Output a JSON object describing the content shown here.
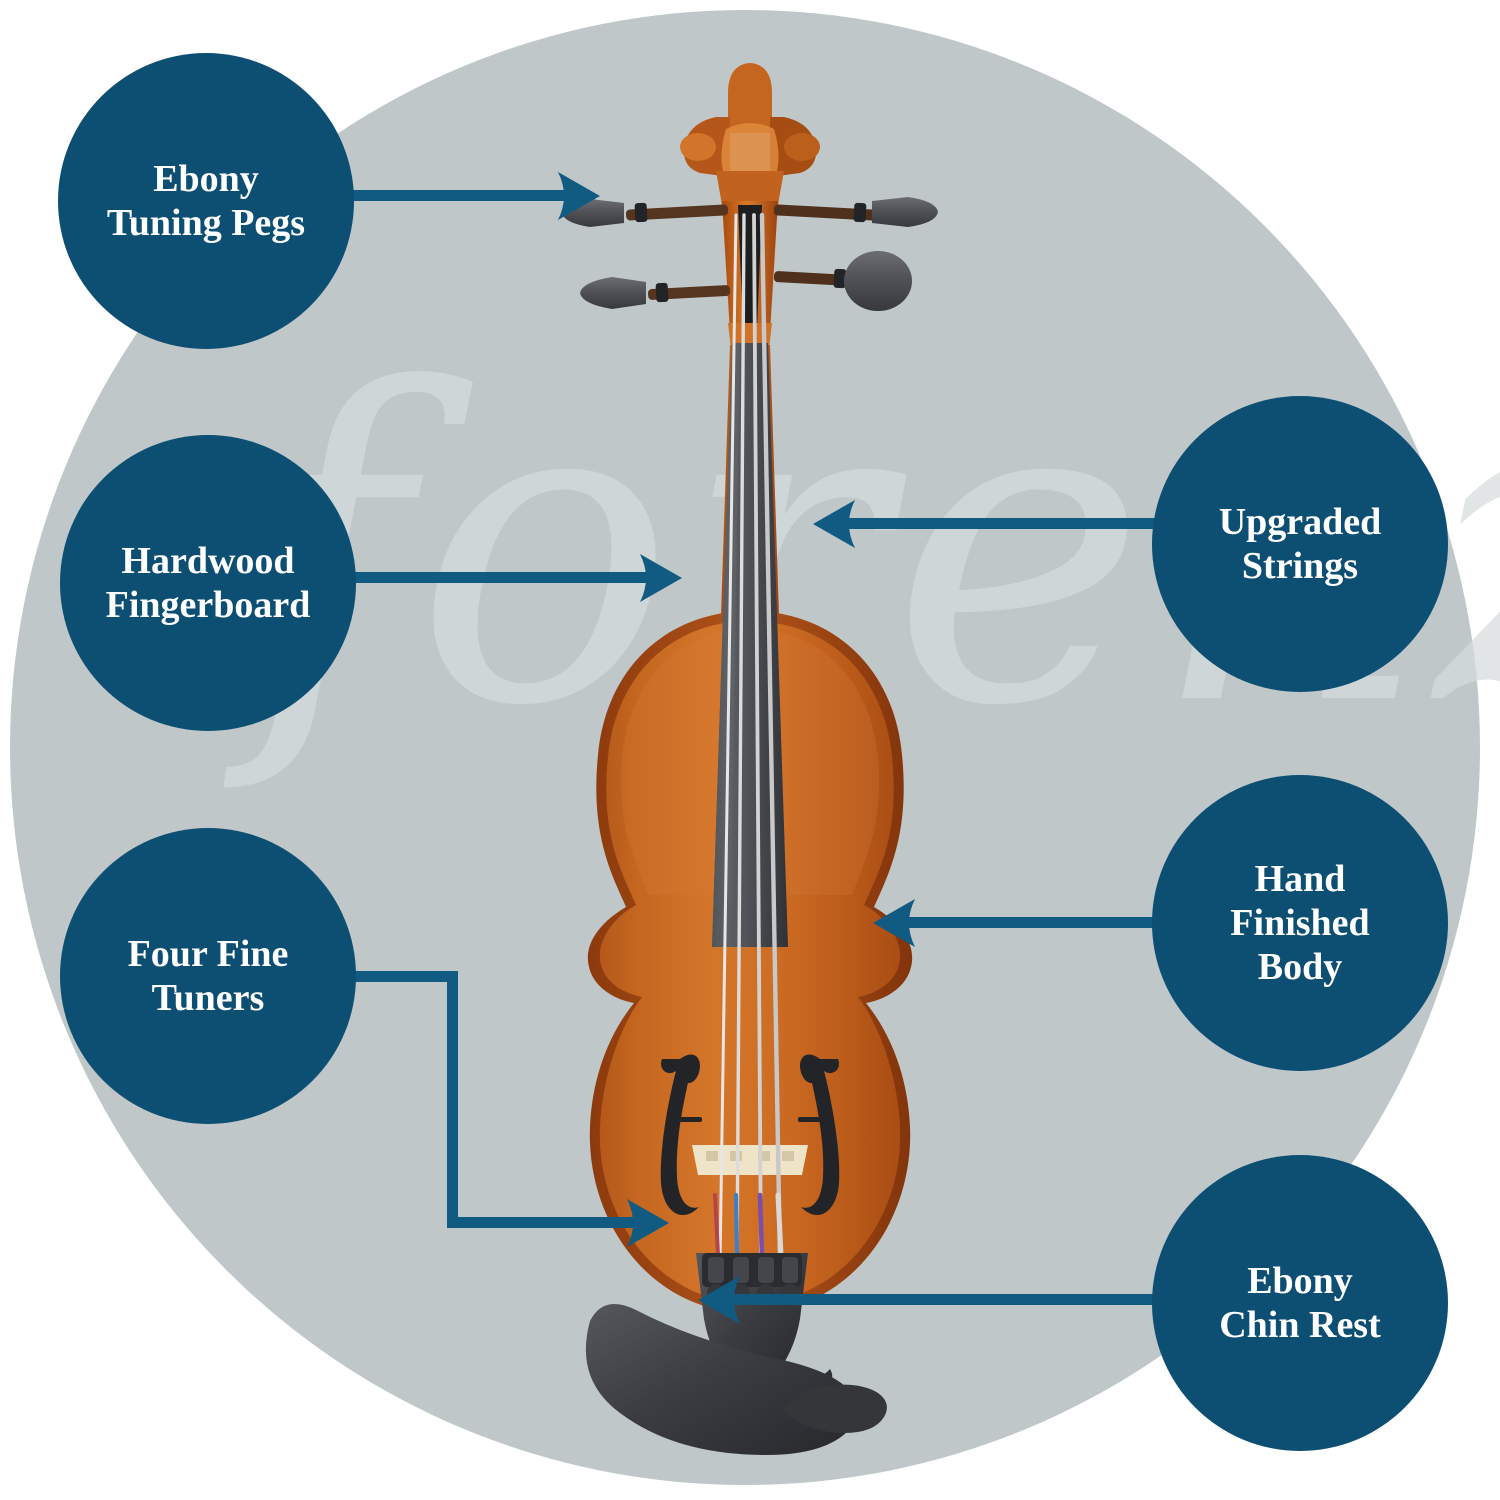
{
  "graphic": {
    "subject": "violin",
    "watermark_text": "forenza",
    "background_circle_color": "#bfc7c9",
    "page_background_color": "#ffffff",
    "accent_color": "#0d4e73",
    "bubble_text_color": "#ffffff",
    "watermark_color": "#d6dcdd",
    "violin_body_color": "#c4601f",
    "violin_ebony_color": "#2f3034"
  },
  "callouts": [
    {
      "id": "ebony-tuning-pegs",
      "line1": "Ebony",
      "line2": "Tuning Pegs",
      "side": "left",
      "points_to": "tuning pegs"
    },
    {
      "id": "hardwood-fingerboard",
      "line1": "Hardwood",
      "line2": "Fingerboard",
      "side": "left",
      "points_to": "fingerboard"
    },
    {
      "id": "four-fine-tuners",
      "line1": "Four Fine",
      "line2": "Tuners",
      "side": "left",
      "points_to": "fine tuners"
    },
    {
      "id": "upgraded-strings",
      "line1": "Upgraded",
      "line2": "Strings",
      "side": "right",
      "points_to": "strings"
    },
    {
      "id": "hand-finished-body",
      "line1": "Hand",
      "line2": "Finished",
      "line3": "Body",
      "side": "right",
      "points_to": "body"
    },
    {
      "id": "ebony-chin-rest",
      "line1": "Ebony",
      "line2": "Chin Rest",
      "side": "right",
      "points_to": "chin rest"
    }
  ]
}
